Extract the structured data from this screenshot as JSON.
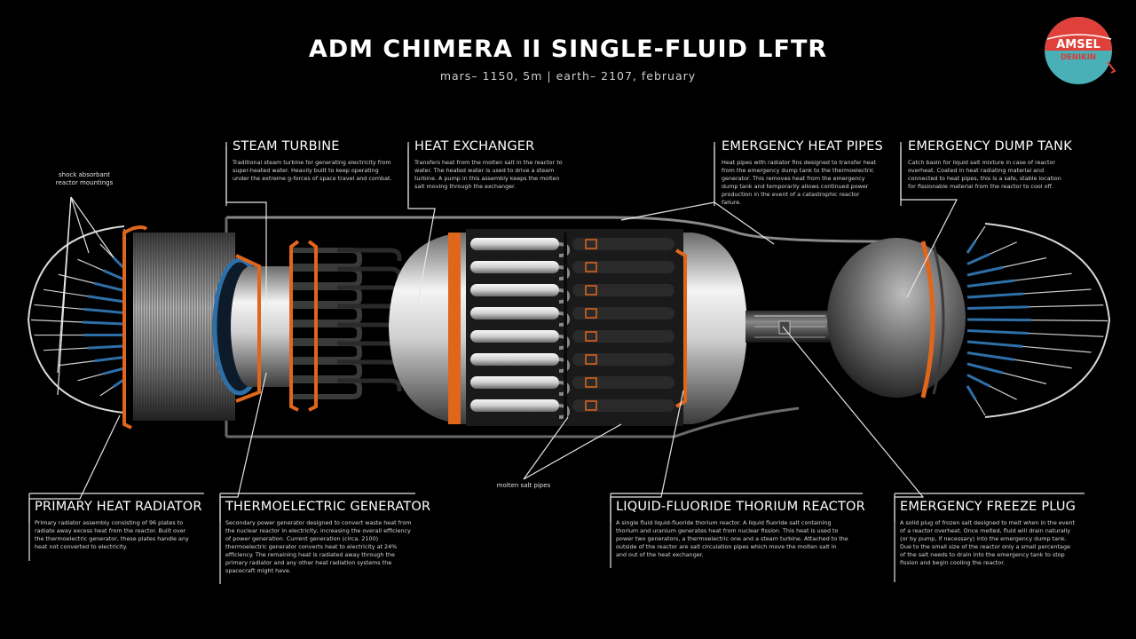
{
  "title": "ADM CHIMERA II SINGLE-FLUID LFTR",
  "subtitle": "mars– 1150, 5m | earth– 2107, february",
  "logo": {
    "line1": "AMSEL",
    "line2": "DENIKIN"
  },
  "colors": {
    "accent_orange": "#e0661c",
    "accent_blue": "#2e6fa8",
    "logo_red": "#e0403a",
    "logo_teal": "#4ab0b8",
    "background": "#000000"
  },
  "labels": {
    "steam_turbine": {
      "title": "STEAM TURBINE",
      "body": "Traditional steam turbine for generating electricity from super-heated water. Heavily built to keep operating under the extreme g-forces of space travel and combat."
    },
    "heat_exchanger": {
      "title": "HEAT EXCHANGER",
      "body": "Transfers heat from the molten salt in the reactor to water. The heated water is used to drive a steam turbine. A pump in this assembly keeps the molten salt moving through the exchanger."
    },
    "emergency_heat_pipes": {
      "title": "EMERGENCY HEAT PIPES",
      "body": "Heat pipes with radiator fins designed to transfer heat from the emergency dump tank to the thermoelectric generator. This removes heat from the emergency dump tank and temporarily allows continued power production in the event of a catastrophic reactor failure."
    },
    "emergency_dump_tank": {
      "title": "EMERGENCY DUMP TANK",
      "body": "Catch basin for liquid salt mixture in case of reactor overheat. Coated in heat radiating material and connected to heat pipes, this is a safe, stable location for fissionable material from the reactor to cool off."
    },
    "primary_heat_radiator": {
      "title": "PRIMARY HEAT RADIATOR",
      "body": "Primary radiator assembly consisting of 96 plates to radiate away excess heat from the reactor. Built over the thermoelectric generator, these plates handle any heat not converted to electricity."
    },
    "thermoelectric_generator": {
      "title": "THERMOELECTRIC GENERATOR",
      "body": "Secondary power generator designed to convert waste heat from the nuclear reactor in electricity, increasing the overall efficiency of power generation. Current generation (circa. 2100) thermoelectric generator converts heat to electricity at 24% efficiency. The remaining heat is radiated away through the primary radiator and any other heat radiation systems the spacecraft might have."
    },
    "lftr": {
      "title": "LIQUID-FLUORIDE THORIUM REACTOR",
      "body": "A single fluid liquid-fluoride thorium reactor. A liquid fluoride salt containing thorium and uranium generates heat from nuclear fission. This heat is used to power two generators, a thermoelectric one and a steam turbine. Attached to the outside of the reactor are salt circulation pipes which move the molten salt in and out of the heat exchanger."
    },
    "freeze_plug": {
      "title": "EMERGENCY FREEZE PLUG",
      "body": "A solid plug of frozen salt designed to melt when in the event of a reactor overheat. Once melted, fluid will drain naturally (or by pump, if necessary) into the emergency dump tank. Due to the small size of the reactor only a small percentage of the salt needs to drain into the emergency tank to stop fission and begin cooling the reactor."
    }
  },
  "annotations": {
    "shock_mounts": {
      "line1": "shock absorbant",
      "line2": "reactor mountings"
    },
    "molten_salt_pipes": "molten salt pipes"
  }
}
